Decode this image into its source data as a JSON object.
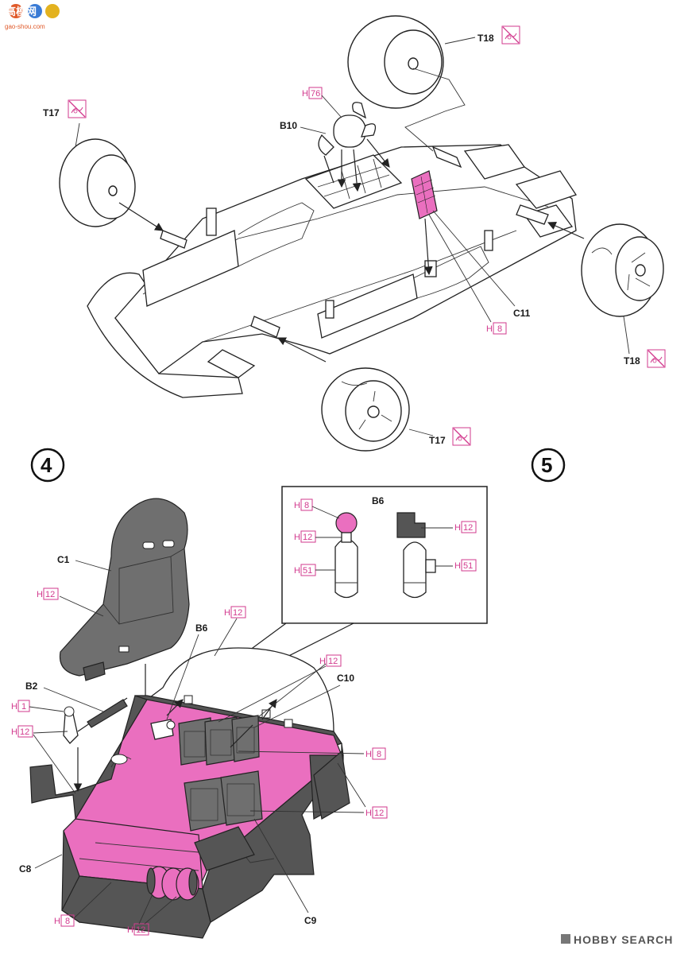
{
  "watermark": {
    "logo_text": "高模网",
    "logo_sub": "gao-shou.com",
    "bottom": "HOBBY SEARCH"
  },
  "steps": {
    "left": "4",
    "right": "5"
  },
  "labels": {
    "t17_top": "T17",
    "t18_top": "T18",
    "t18_right": "T18",
    "t17_bottom": "T17",
    "b10": "B10",
    "h76_h": "H",
    "h76_n": "76",
    "c11": "C11",
    "h8_mid_h": "H",
    "h8_mid_n": "8",
    "c1": "C1",
    "h12_seat_h": "H",
    "h12_seat_n": "12",
    "b6_main": "B6",
    "h12_top_h": "H",
    "h12_top_n": "12",
    "b2": "B2",
    "h1_h": "H",
    "h1_n": "1",
    "h12_left_h": "H",
    "h12_left_n": "12",
    "h12_c10_h": "H",
    "h12_c10_n": "12",
    "c10": "C10",
    "h8_right_h": "H",
    "h8_right_n": "8",
    "h12_right_h": "H",
    "h12_right_n": "12",
    "c8": "C8",
    "h8_bot_h": "H",
    "h8_bot_n": "8",
    "h12_bot_h": "H",
    "h12_bot_n": "12",
    "c9": "C9"
  },
  "inset": {
    "title": "B6",
    "h8_h": "H",
    "h8_n": "8",
    "h12a_h": "H",
    "h12a_n": "12",
    "h51a_h": "H",
    "h51a_n": "51",
    "h12b_h": "H",
    "h12b_n": "12",
    "h51b_h": "H",
    "h51b_n": "51"
  },
  "colors": {
    "paint_pink": "#ea6fbf",
    "label_pink": "#d23a8e",
    "part_grey": "#6f6f6f"
  }
}
